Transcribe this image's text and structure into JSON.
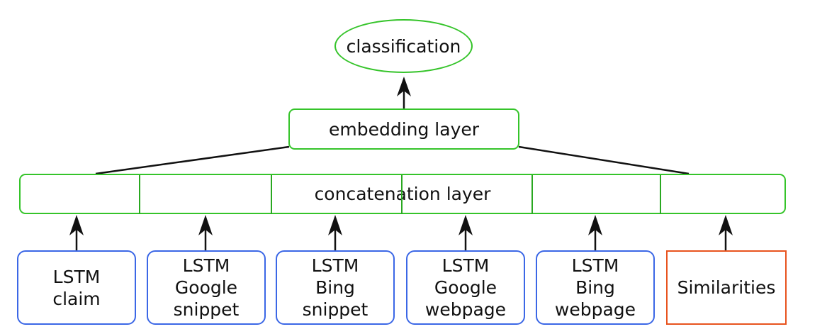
{
  "top_node": {
    "label": "classification"
  },
  "embedding": {
    "label": "embedding layer"
  },
  "concatenation": {
    "label": "concatenation layer"
  },
  "inputs": [
    {
      "lines": [
        "LSTM",
        "claim"
      ]
    },
    {
      "lines": [
        "LSTM",
        "Google",
        "snippet"
      ]
    },
    {
      "lines": [
        "LSTM",
        "Bing",
        "snippet"
      ]
    },
    {
      "lines": [
        "LSTM",
        "Google",
        "webpage"
      ]
    },
    {
      "lines": [
        "LSTM",
        "Bing",
        "webpage"
      ]
    },
    {
      "lines": [
        "Similarities"
      ]
    }
  ],
  "colors": {
    "green": "#35c42a",
    "blue": "#3b67e6",
    "orange": "#e8531e",
    "line": "#111111"
  }
}
